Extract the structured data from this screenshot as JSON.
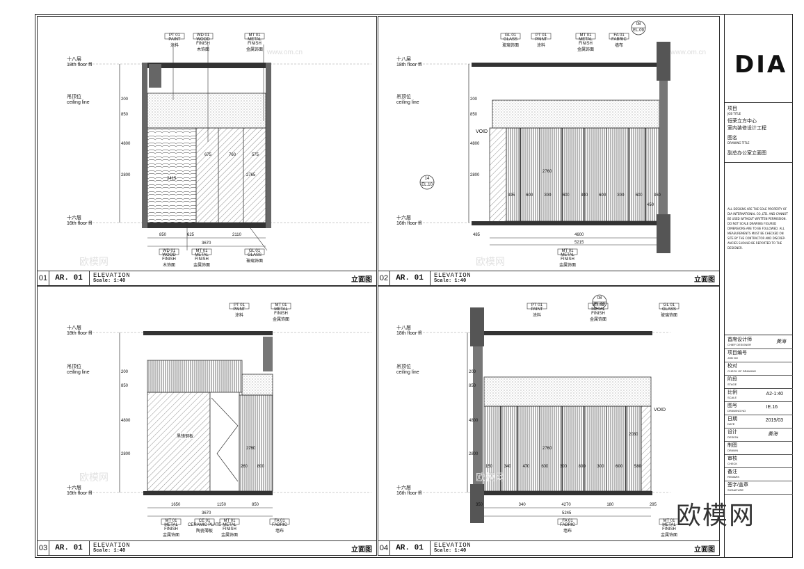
{
  "labels": {
    "floor18_cn": "十八层",
    "floor18_en": "18th floor ffl",
    "ceiling_cn": "吊顶位",
    "ceiling_en": "ceiling line",
    "floor16_cn": "十六层",
    "floor16_en": "16th floor ffl",
    "void": "VOID",
    "section_top": "08",
    "section_bot": "EL.09",
    "section_tag": "14",
    "section_tag_bot": "EL.10"
  },
  "materials": {
    "pt": {
      "code": "PT",
      "num": "01",
      "en": "PAINT",
      "cn": "涂料"
    },
    "wd": {
      "code": "WD",
      "num": "01",
      "en": "WOOD FINISH",
      "cn": "木饰面"
    },
    "mt": {
      "code": "MT",
      "num": "01",
      "en": "METAL FINISH",
      "cn": "金属饰面"
    },
    "gl": {
      "code": "GL",
      "num": "01",
      "en": "GLASS",
      "cn": "玻璃饰面"
    },
    "fa": {
      "code": "FA",
      "num": "01",
      "en": "FABRIC",
      "cn": "墙布"
    },
    "ce": {
      "code": "CE",
      "num": "01",
      "en": "CERAMIC PLATE",
      "cn": "陶瓷薄板"
    }
  },
  "panels": [
    {
      "num": "01",
      "ref": "AR. 01",
      "title": "ELEVATION",
      "scale": "Scale: 1:40",
      "cn": "立面图",
      "dims_bottom": [
        "850",
        "625",
        "2110"
      ],
      "dims_total": "3670",
      "dims_left": [
        "200",
        "850",
        "4800",
        "2800"
      ],
      "dims_inner": [
        "675",
        "760",
        "575",
        "2765",
        "2415"
      ]
    },
    {
      "num": "02",
      "ref": "AR. 01",
      "title": "ELEVATION",
      "scale": "Scale: 1:40",
      "cn": "立面图",
      "dims_bottom": [
        "485",
        "4600"
      ],
      "dims_total": "5215",
      "dims_left": [
        "200",
        "850",
        "4800",
        "2800"
      ],
      "dims_inner": [
        "395",
        "600",
        "300",
        "600",
        "300",
        "600",
        "300",
        "600",
        "360",
        "2760",
        "450"
      ]
    },
    {
      "num": "03",
      "ref": "AR. 01",
      "title": "ELEVATION",
      "scale": "Scale: 1:40",
      "cn": "立面图",
      "dims_bottom": [
        "1650",
        "1150",
        "850"
      ],
      "dims_total": "3670",
      "dims_left": [
        "200",
        "850",
        "4800",
        "2800"
      ],
      "dims_inner": [
        "2760",
        "260",
        "800"
      ],
      "note": "黑镜钢板"
    },
    {
      "num": "04",
      "ref": "AR. 01",
      "title": "ELEVATION",
      "scale": "Scale: 1:40",
      "cn": "立面图",
      "dims_bottom": [
        "350",
        "340",
        "4270",
        "180",
        "295"
      ],
      "dims_total": "5245",
      "dims_left": [
        "200",
        "850",
        "4800",
        "2800"
      ],
      "dims_inner": [
        "150",
        "340",
        "470",
        "600",
        "300",
        "800",
        "300",
        "600",
        "580",
        "2760",
        "2030"
      ]
    }
  ],
  "watermark_url": "www.om.cn",
  "watermark": "欧模网",
  "titleblock": {
    "logo": "DIA",
    "project_label_cn": "项目",
    "project_label_en": "JOB TITLE",
    "project_name1": "恒荣立方中心",
    "project_name2": "室内装修设计工程",
    "drawing_label_cn": "图名",
    "drawing_label_en": "DRAWING TITLE",
    "drawing_name": "副总办公室立面图",
    "notice": "ALL DESIGNS ARE THE SOLE PROPERTY OF DIA INTERNATIONAL CO.,LTD. AND CANNOT BE USED WITHOUT WRITTEN PERMISSION. DO NOT SCALE DRAWING FIGURED DIMENSIONS ARE TO BE FOLLOWED. ALL MEASUREMENTS MUST BE CHECKED ON SITE BY THE CONTRACTOR AND DISCREP-ANCIES SHOULD BE REPORTED TO THE DESIGNER.",
    "rows": [
      {
        "cn": "首席设计师",
        "en": "CHIEF DESIGNER",
        "val": "黄海"
      },
      {
        "cn": "项目编号",
        "en": "JOB NO",
        "val": ""
      },
      {
        "cn": "校对",
        "en": "CHECK OF DRAWING",
        "val": ""
      },
      {
        "cn": "阶段",
        "en": "STAGE",
        "val": ""
      },
      {
        "cn": "比例",
        "en": "SCALE",
        "val": "A2-1:40"
      },
      {
        "cn": "图号",
        "en": "DRAWING NO",
        "val": "IE.16"
      },
      {
        "cn": "日期",
        "en": "DATE",
        "val": "2019/03"
      },
      {
        "cn": "设计",
        "en": "DESIGN",
        "val": "黄海"
      },
      {
        "cn": "制图",
        "en": "DRAWN",
        "val": ""
      },
      {
        "cn": "审核",
        "en": "CHECK",
        "val": ""
      },
      {
        "cn": "备注",
        "en": "REMARK",
        "val": ""
      },
      {
        "cn": "签字/盖章",
        "en": "SIGNATURE",
        "val": ""
      }
    ]
  }
}
